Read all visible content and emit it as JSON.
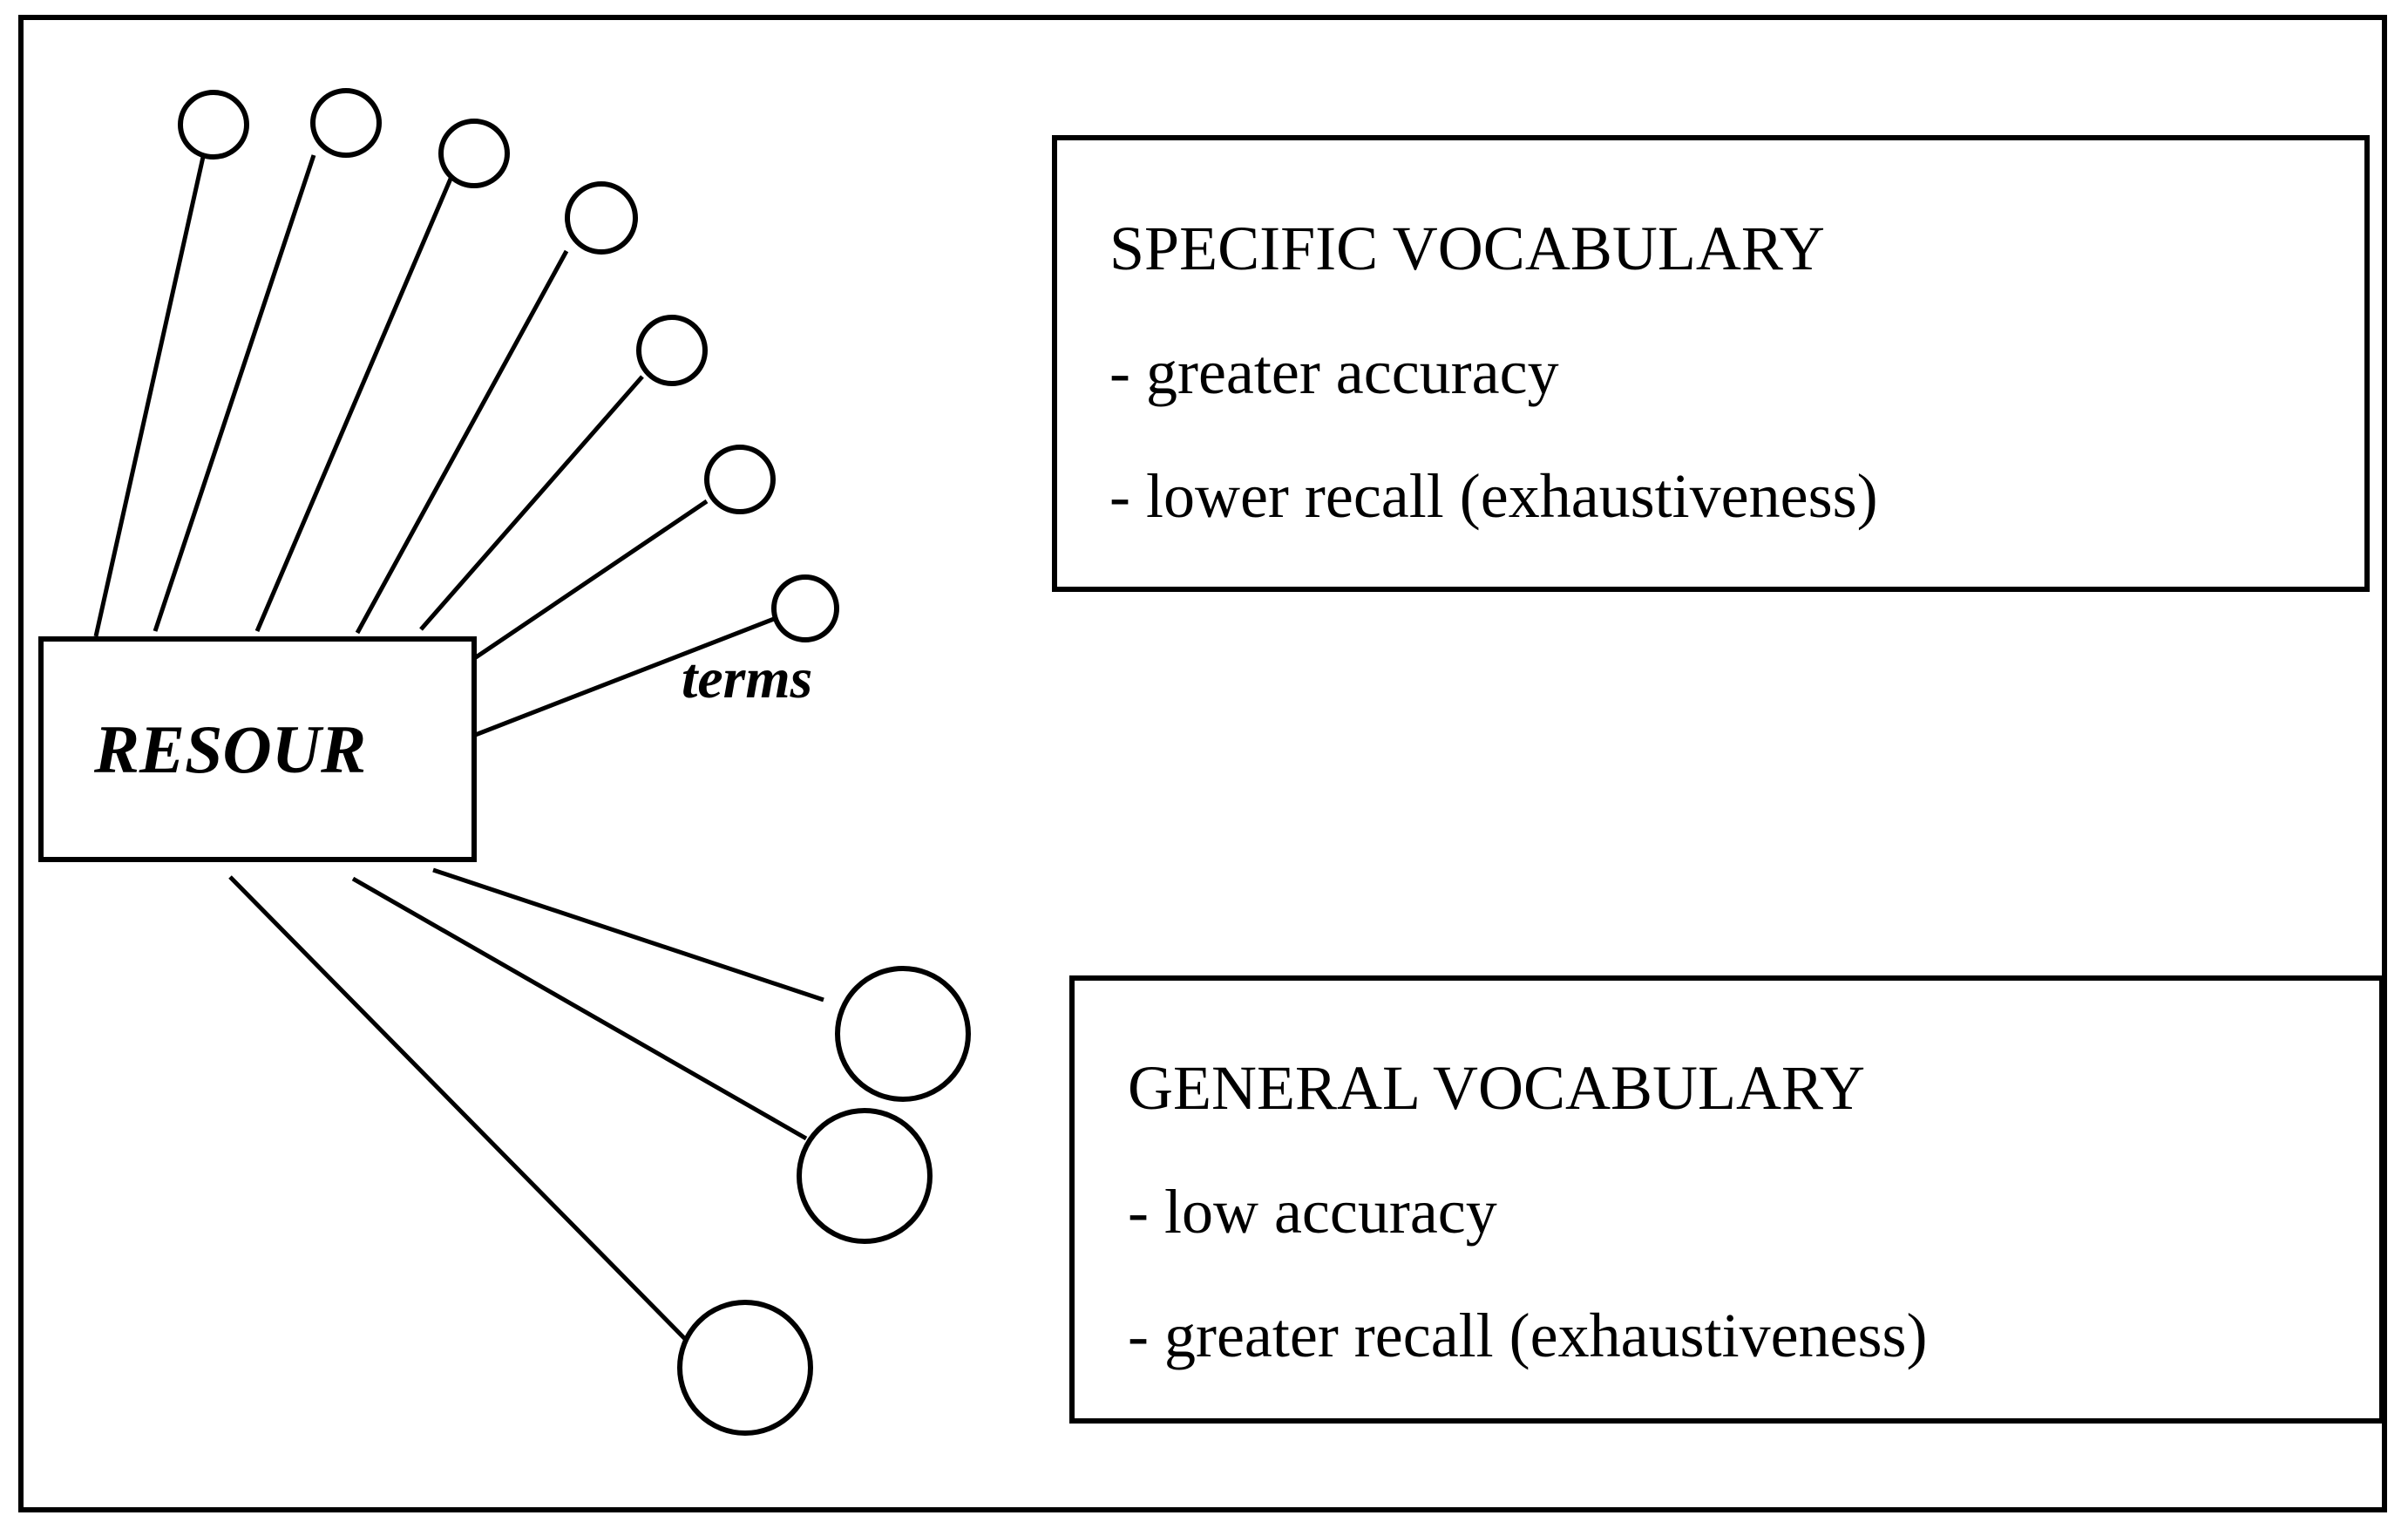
{
  "resource": {
    "label": "RESOUR"
  },
  "terms_label": "terms",
  "specific_vocabulary": {
    "title": "SPECIFIC VOCABULARY",
    "items": [
      "- greater accuracy",
      "- lower recall (exhaustiveness)"
    ]
  },
  "general_vocabulary": {
    "title": "GENERAL VOCABULARY",
    "items": [
      "- low accuracy",
      "- greater recall (exhaustiveness)"
    ]
  },
  "colors": {
    "stroke": "#000000",
    "background": "#ffffff"
  }
}
